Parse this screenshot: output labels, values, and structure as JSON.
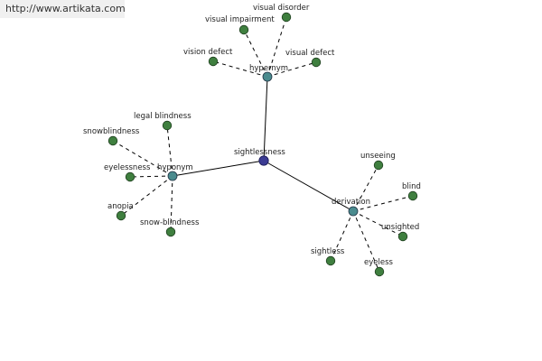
{
  "watermark": "http://www.artikata.com",
  "colors": {
    "center": "#3b3b93",
    "hub": "#4a8b8e",
    "leaf": "#3f7f3f",
    "solid_edge": "#000000",
    "dashed_edge": "#000000"
  },
  "center": {
    "label": "sightlessness"
  },
  "hubs": [
    {
      "id": "hypernym",
      "label": "hypernym",
      "leaves": [
        "visual disorder",
        "visual impairment",
        "vision defect",
        "visual defect"
      ]
    },
    {
      "id": "hyponym",
      "label": "hyponym",
      "leaves": [
        "legal blindness",
        "snowblindness",
        "eyelessness",
        "anopia",
        "snow-blindness"
      ]
    },
    {
      "id": "derivation",
      "label": "derivation",
      "leaves": [
        "unseeing",
        "blind",
        "unsighted",
        "eyeless",
        "sightless"
      ]
    }
  ]
}
